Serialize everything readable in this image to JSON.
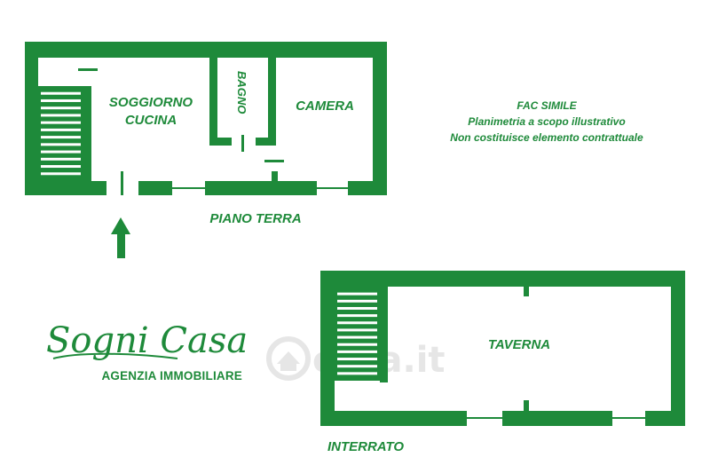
{
  "colors": {
    "wall": "#1e8a3a",
    "watermark": "#e6e6e6",
    "background": "#ffffff"
  },
  "ground_floor": {
    "rooms": {
      "living": "SOGGIORNO",
      "living_line2": "CUCINA",
      "bath": "BAGNO",
      "bedroom": "CAMERA"
    },
    "caption": "PIANO TERRA"
  },
  "basement": {
    "rooms": {
      "tavern": "TAVERNA"
    },
    "caption": "INTERRATO"
  },
  "disclaimer": {
    "line1": "FAC SIMILE",
    "line2": "Planimetria a scopo illustrativo",
    "line3": "Non costituisce elemento contrattuale"
  },
  "logo": {
    "script": "Sogni Casa",
    "subtitle": "AGENZIA IMMOBILIARE"
  },
  "watermark": {
    "text": "casa.it",
    "icon": "house-icon"
  },
  "icons": {
    "entrance": "entrance-arrow-icon",
    "stairs": "stairs-icon"
  }
}
